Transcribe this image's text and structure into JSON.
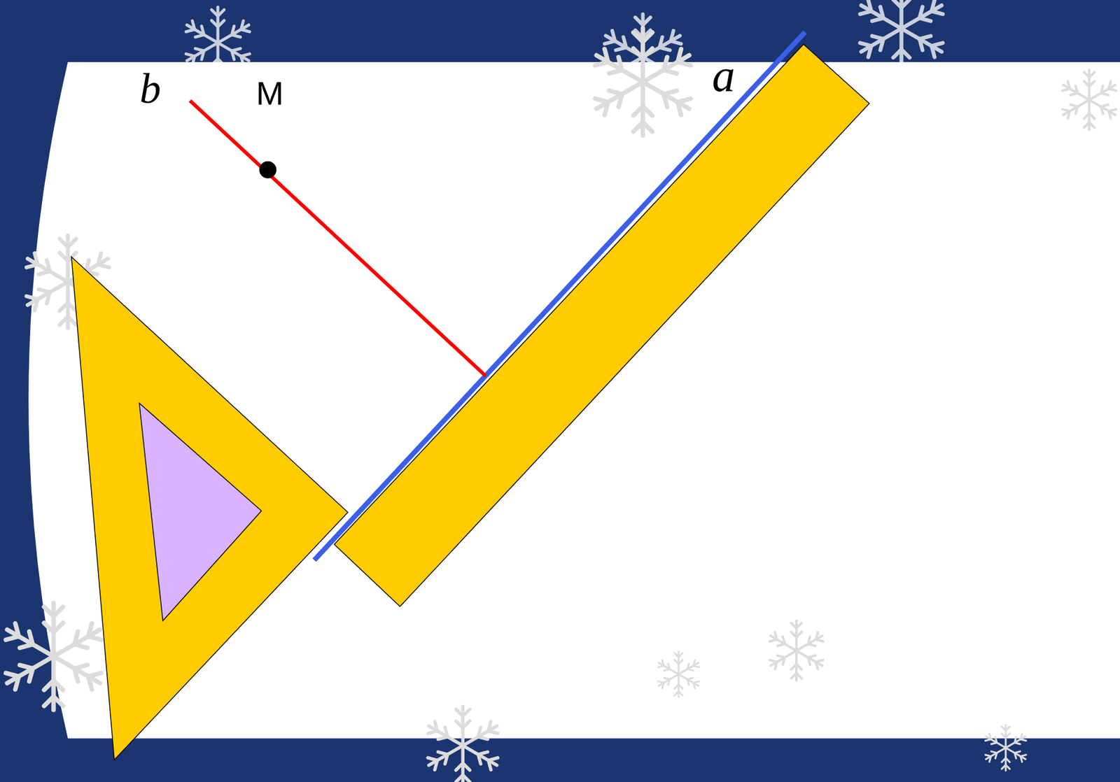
{
  "diagram": {
    "labels": [
      "b",
      "M",
      "a"
    ]
  }
}
